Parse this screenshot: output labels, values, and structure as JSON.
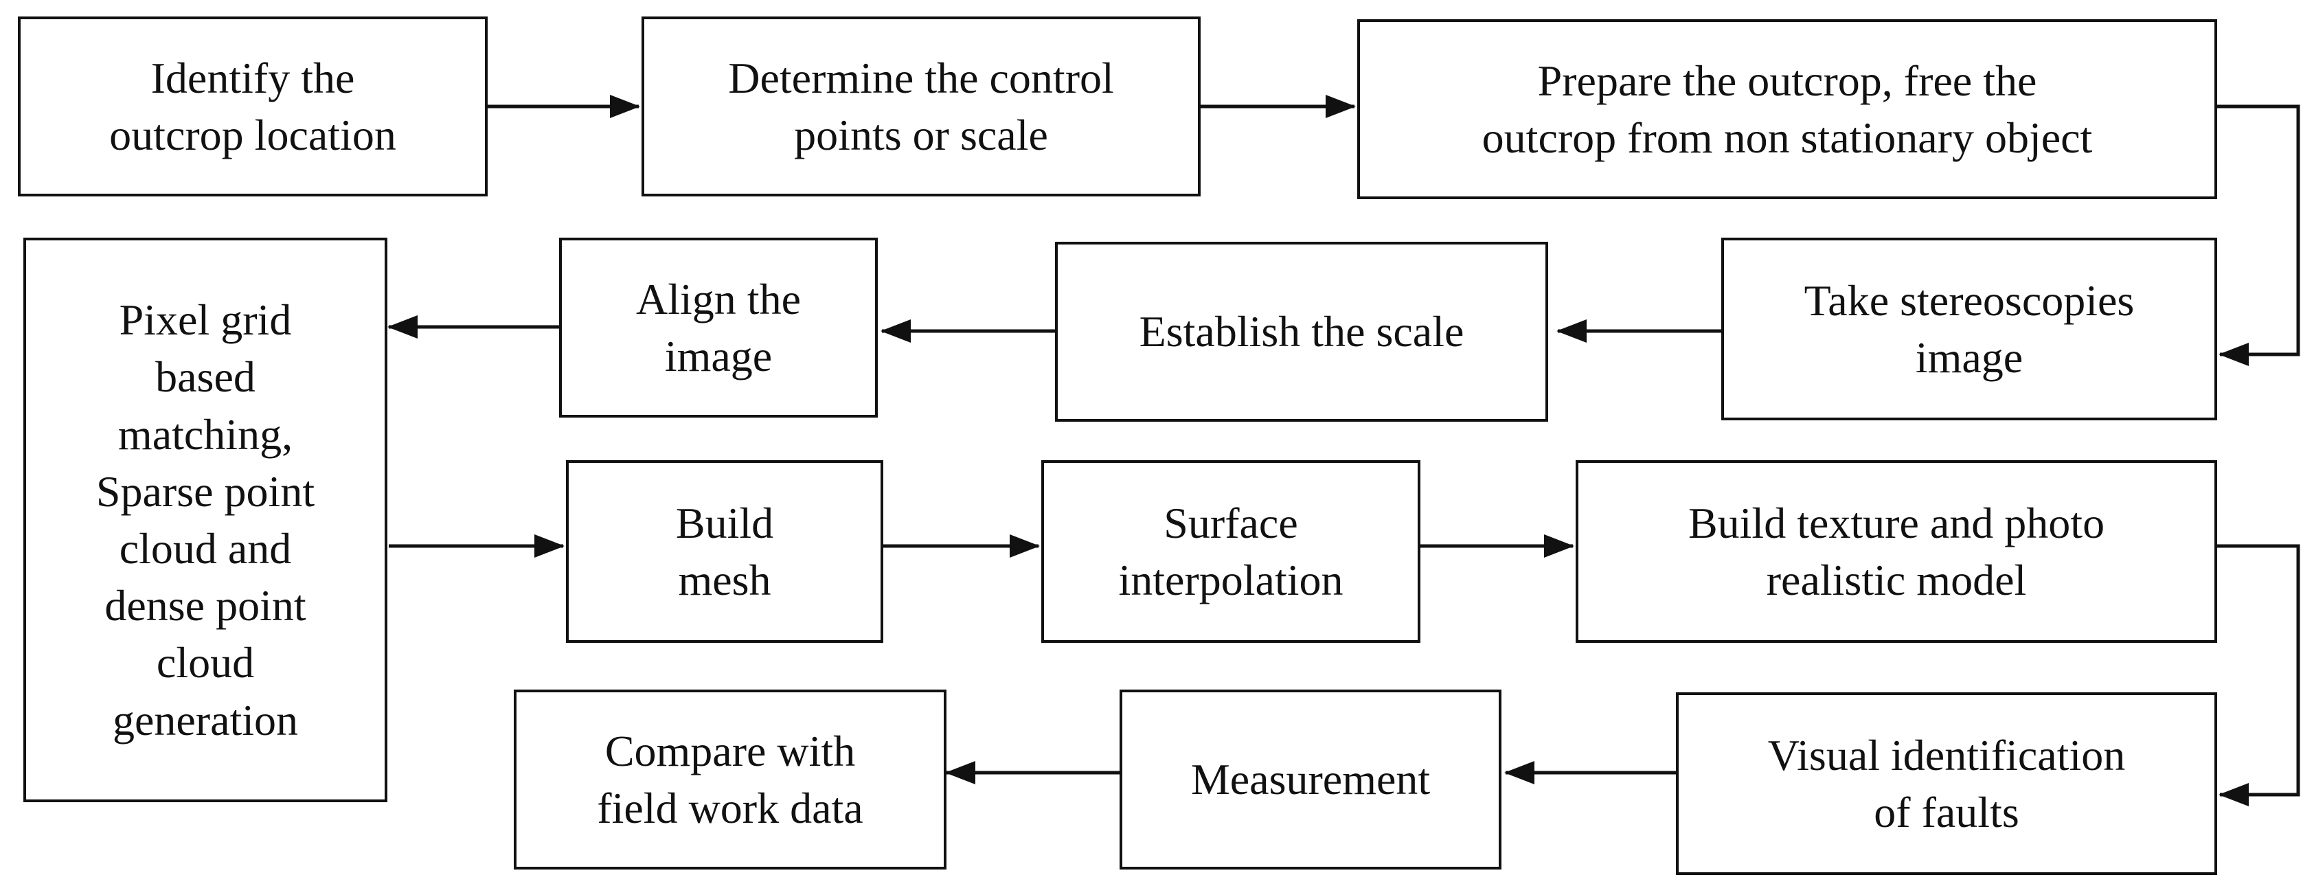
{
  "diagram": {
    "steps": [
      {
        "id": "s1",
        "label": "Identify the\noutcrop location"
      },
      {
        "id": "s2",
        "label": "Determine the control\npoints or scale"
      },
      {
        "id": "s3",
        "label": "Prepare the outcrop, free the\noutcrop from non stationary object"
      },
      {
        "id": "s4",
        "label": "Take stereoscopies\nimage"
      },
      {
        "id": "s5",
        "label": "Establish the scale"
      },
      {
        "id": "s6",
        "label": "Align the\nimage"
      },
      {
        "id": "s7",
        "label": "Pixel grid\nbased\nmatching,\nSparse point\ncloud and\ndense point\ncloud\ngeneration"
      },
      {
        "id": "s8",
        "label": "Build\nmesh"
      },
      {
        "id": "s9",
        "label": "Surface\ninterpolation"
      },
      {
        "id": "s10",
        "label": "Build texture and photo\nrealistic model"
      },
      {
        "id": "s11",
        "label": "Visual identification\nof faults"
      },
      {
        "id": "s12",
        "label": "Measurement"
      },
      {
        "id": "s13",
        "label": "Compare with\nfield work data"
      }
    ],
    "flow": [
      [
        "s1",
        "s2"
      ],
      [
        "s2",
        "s3"
      ],
      [
        "s3",
        "s4"
      ],
      [
        "s4",
        "s5"
      ],
      [
        "s5",
        "s6"
      ],
      [
        "s6",
        "s7"
      ],
      [
        "s7",
        "s8"
      ],
      [
        "s8",
        "s9"
      ],
      [
        "s9",
        "s10"
      ],
      [
        "s10",
        "s11"
      ],
      [
        "s11",
        "s12"
      ],
      [
        "s12",
        "s13"
      ]
    ],
    "colors": {
      "stroke": "#111111",
      "background": "#ffffff"
    }
  }
}
